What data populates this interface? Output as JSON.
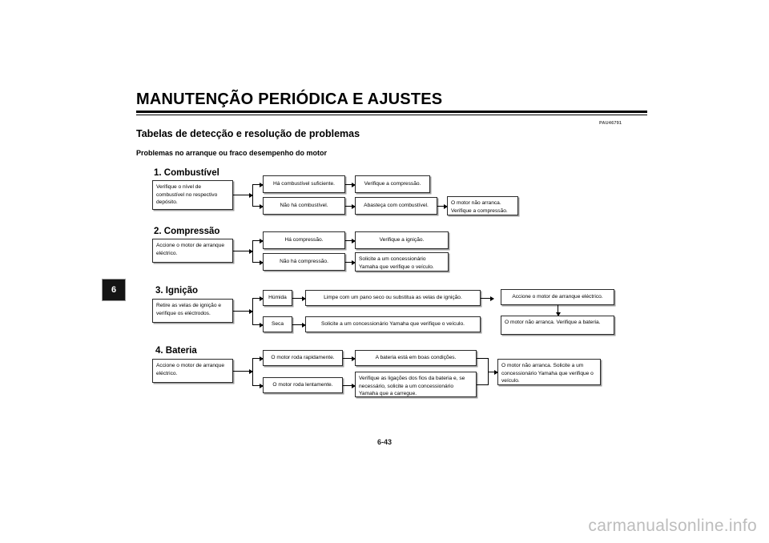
{
  "header": {
    "title": "MANUTENÇÃO PERIÓDICA E AJUSTES",
    "pau_code": "PAU46791",
    "section_title": "Tabelas de detecção e resolução de problemas",
    "sub_title": "Problemas no arranque ou fraco desempenho do motor"
  },
  "chapter_tab": "6",
  "page_number": "6-43",
  "watermark": "carmanualsonline.info",
  "flowcharts": [
    {
      "label": "1. Combustível",
      "start": "Verifique o nível de combustível no respectivo depósito.",
      "branch_top": "Há combustível suficiente.",
      "branch_bottom": "Não há combustível.",
      "result_top": "Verifique a compressão.",
      "result_bottom": "Abasteça com combustível.",
      "final": "O motor não arranca. Verifique a compressão."
    },
    {
      "label": "2. Compressão",
      "start": "Accione o motor de arranque eléctrico.",
      "branch_top": "Há compressão.",
      "branch_bottom": "Não há compressão.",
      "result_top": "Verifique a ignição.",
      "result_bottom": "Solicite a um concessionário Yamaha que verifique o veículo."
    },
    {
      "label": "3. Ignição",
      "start": "Retire as velas de ignição e verifique os eléctrodos.",
      "branch_top": "Húmida",
      "branch_bottom": "Seca",
      "result_top": "Limpe com um pano seco ou substitua as velas de ignição.",
      "result_bottom": "Solicite a um concessionário Yamaha que verifique o veículo.",
      "followup": "Accione o motor de arranque eléctrico.",
      "final": "O motor não arranca. Verifique a bateria."
    },
    {
      "label": "4. Bateria",
      "start": "Accione o motor de arranque eléctrico.",
      "branch_top": "O motor roda rapidamente.",
      "branch_bottom": "O motor roda lentamente.",
      "result_top": "A bateria está em boas condições.",
      "result_bottom": "Verifique as ligações dos fios da bateria e, se necessário, solicite a um concessionário Yamaha que a carregue.",
      "final": "O motor não arranca. Solicite a um concessionário Yamaha que verifique o veículo."
    }
  ]
}
